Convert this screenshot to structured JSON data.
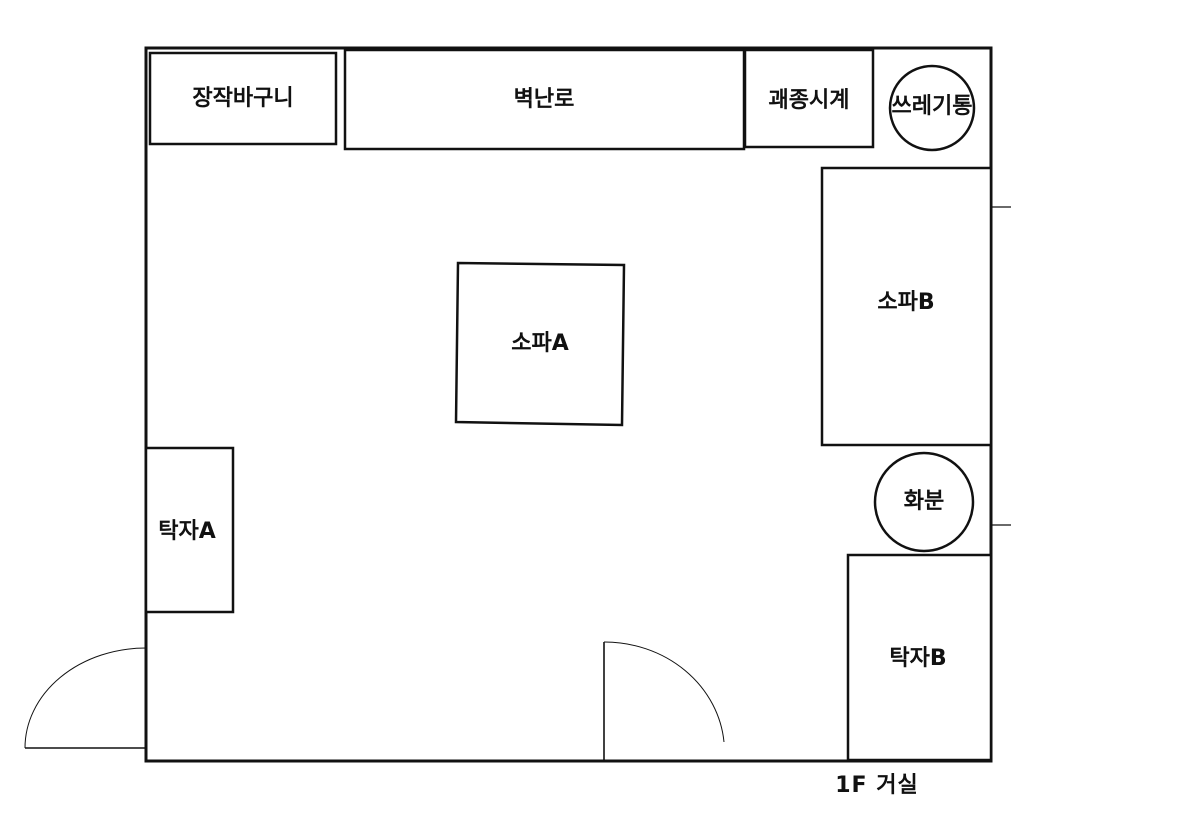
{
  "plan": {
    "caption": "1F 거실",
    "furniture": {
      "basket": "장작바구니",
      "fireplace": "벽난로",
      "clock": "괘종시계",
      "trash_can": "쓰레기통",
      "sofa_a": "소파A",
      "sofa_b": "소파B",
      "table_a": "탁자A",
      "table_b": "탁자B",
      "flower_pot": "화분"
    }
  }
}
